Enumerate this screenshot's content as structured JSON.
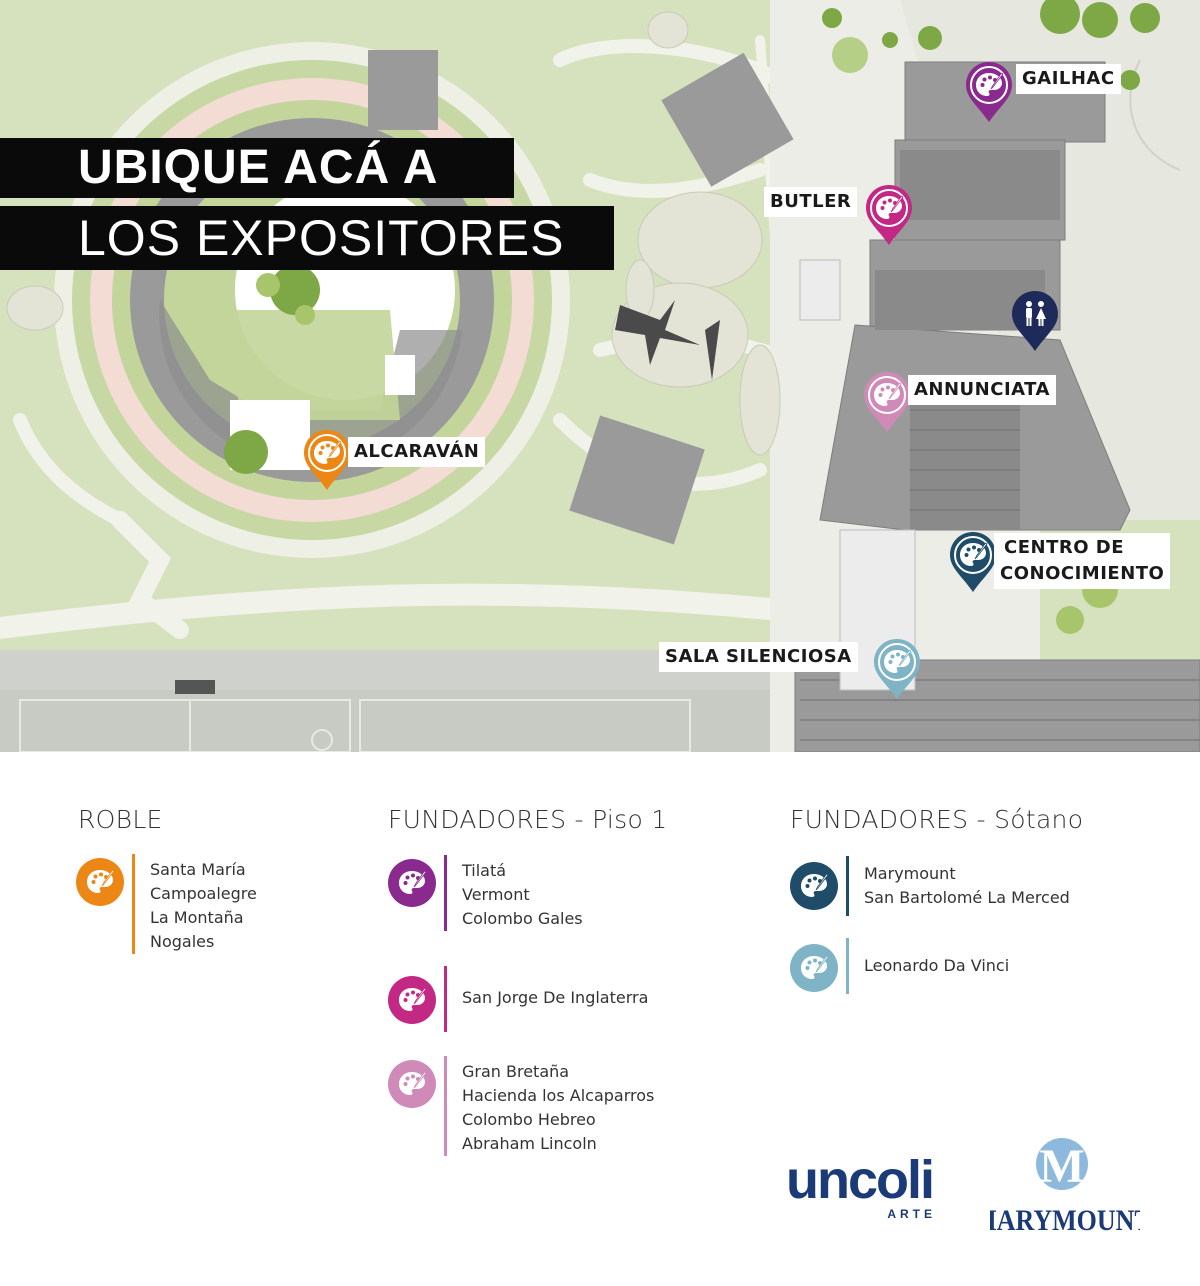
{
  "title": {
    "line1": "UBIQUE ACÁ A",
    "line2": "LOS EXPOSITORES"
  },
  "pins": [
    {
      "label": "GAILHAC",
      "color": "#8a2a8e"
    },
    {
      "label": "BUTLER",
      "color": "#c42885"
    },
    {
      "label": "ANNUNCIATA",
      "color": "#cf8ab8"
    },
    {
      "label": "ALCARAVÁN",
      "color": "#ec8716"
    },
    {
      "label": "CENTRO DE",
      "label2": "CONOCIMIENTO",
      "color": "#1f4d69"
    },
    {
      "label": "SALA SILENCIOSA",
      "color": "#7fb3c6"
    },
    {
      "label": "",
      "color": "#1e2b5a",
      "icon": "restroom-icon"
    }
  ],
  "legend": {
    "roble": {
      "heading": "ROBLE",
      "groups": [
        {
          "color": "#ec8716",
          "items": [
            "Santa María",
            "Campoalegre",
            "La Montaña",
            "Nogales"
          ]
        }
      ]
    },
    "piso1": {
      "heading": "FUNDADORES - Piso 1",
      "groups": [
        {
          "color": "#8a2a8e",
          "items": [
            "Tilatá",
            "Vermont",
            "Colombo Gales"
          ]
        },
        {
          "color": "#c42885",
          "items": [
            "San Jorge De Inglaterra"
          ]
        },
        {
          "color": "#cf8ab8",
          "items": [
            "Gran Bretaña",
            "Hacienda los Alcaparros",
            "Colombo Hebreo",
            "Abraham Lincoln"
          ]
        }
      ]
    },
    "sotano": {
      "heading": "FUNDADORES - Sótano",
      "groups": [
        {
          "color": "#1f4d69",
          "items": [
            "Marymount",
            "San Bartolomé La Merced"
          ]
        },
        {
          "color": "#7fb3c6",
          "items": [
            "Leonardo Da Vinci"
          ]
        }
      ]
    }
  },
  "logos": {
    "uncoli": {
      "word": "uncoli",
      "sub": "ARTE",
      "color": "#1b3a78"
    },
    "marymount": {
      "letter": "M",
      "word": "MARYMOUNT",
      "color": "#1b3a78",
      "accent": "#8cb9dc"
    }
  }
}
